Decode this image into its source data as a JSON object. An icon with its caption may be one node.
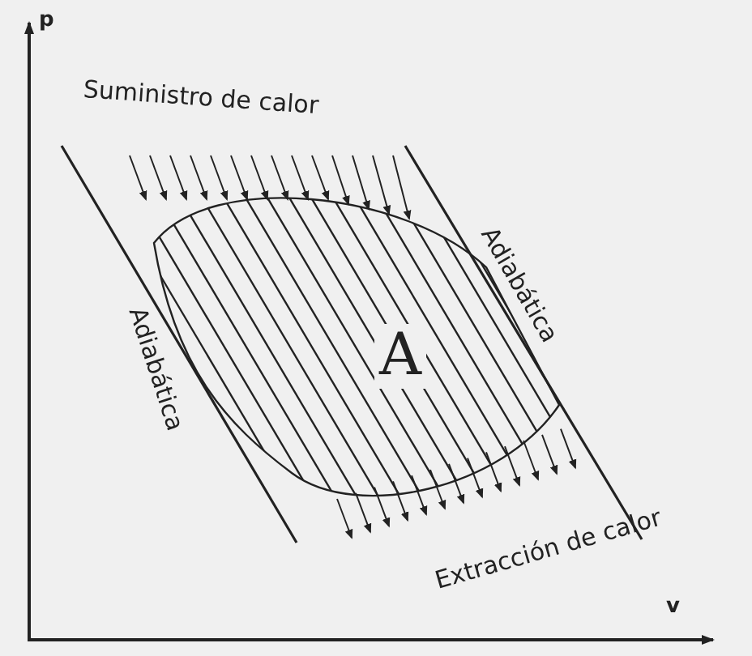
{
  "diagram": {
    "labels": [
      "p",
      "Suministro de calor",
      "Adiabática",
      "Adiabática",
      "A",
      "Extracción de calor",
      "v"
    ]
  }
}
